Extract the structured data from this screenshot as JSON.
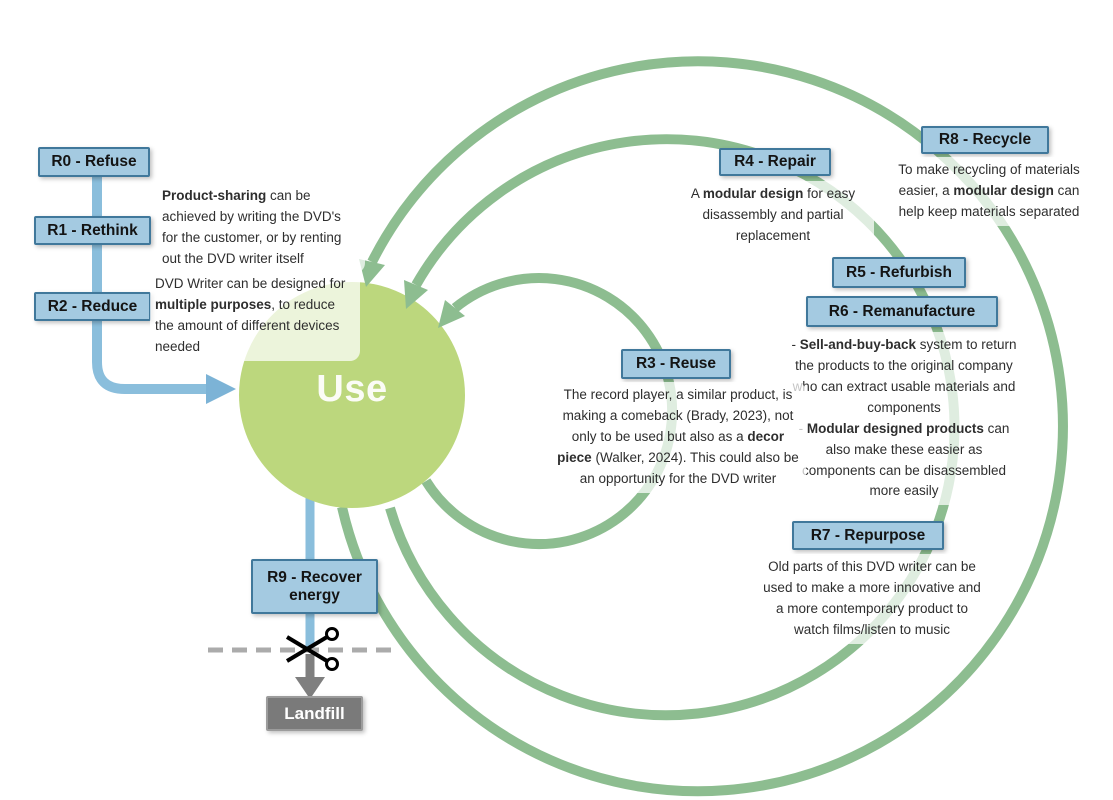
{
  "colors": {
    "box_fill": "#A4CAE1",
    "box_border": "#40789B",
    "loop_green": "#8DBD90",
    "circle_green": "#BCD77D",
    "line_blue": "#8ABEDC",
    "arrowhead_blue": "#7CB3D6",
    "landfill_gray": "#7A7A7A",
    "flow_gray": "#7F7F7F",
    "dash_gray": "#ABABAB"
  },
  "circle": {
    "label": "Use"
  },
  "boxes": {
    "r0": {
      "label": "R0 - Refuse"
    },
    "r1": {
      "label": "R1 - Rethink"
    },
    "r2": {
      "label": "R2 - Reduce"
    },
    "r3": {
      "label": "R3 - Reuse"
    },
    "r4": {
      "label": "R4 - Repair"
    },
    "r5": {
      "label": "R5 - Refurbish"
    },
    "r6": {
      "label": "R6 - Remanufacture"
    },
    "r7": {
      "label": "R7 - Repurpose"
    },
    "r8": {
      "label": "R8 - Recycle"
    },
    "r9": {
      "label": "R9 - Recover energy"
    },
    "landfill": {
      "label": "Landfill"
    }
  },
  "notes": {
    "product_sharing": [
      {
        "t": "Product-sharing",
        "b": true
      },
      {
        "t": " can be achieved by writing the DVD's for the customer, or by renting out the DVD writer itself"
      }
    ],
    "multi_purpose": [
      {
        "t": "DVD Writer can be designed for "
      },
      {
        "t": "multiple purposes",
        "b": true
      },
      {
        "t": ", to reduce the amount of different devices needed"
      }
    ],
    "repair": [
      {
        "t": "A "
      },
      {
        "t": "modular design",
        "b": true
      },
      {
        "t": " for easy disassembly and partial replacement"
      }
    ],
    "recycle": [
      {
        "t": "To make recycling of materials easier, a "
      },
      {
        "t": "modular design",
        "b": true
      },
      {
        "t": " can help keep materials separated"
      }
    ],
    "refurbish_remanufacture": [
      {
        "t": "- "
      },
      {
        "t": "Sell-and-buy-back",
        "b": true
      },
      {
        "t": " system to return the products to the original company who can extract usable materials and components"
      },
      {
        "br": true
      },
      {
        "t": "- "
      },
      {
        "t": "Modular designed products",
        "b": true
      },
      {
        "t": " can also make these easier as components can be disassembled more easily"
      }
    ],
    "reuse": [
      {
        "t": "The record player, a similar product, is making a comeback (Brady, 2023), not only to be used but also as a "
      },
      {
        "t": "decor piece",
        "b": true
      },
      {
        "t": " (Walker, 2024). This could also be an opportunity for the DVD writer"
      }
    ],
    "repurpose": [
      {
        "t": "Old parts of this DVD writer can be used to make a more innovative and a more contemporary product to watch films/listen to music"
      }
    ]
  }
}
